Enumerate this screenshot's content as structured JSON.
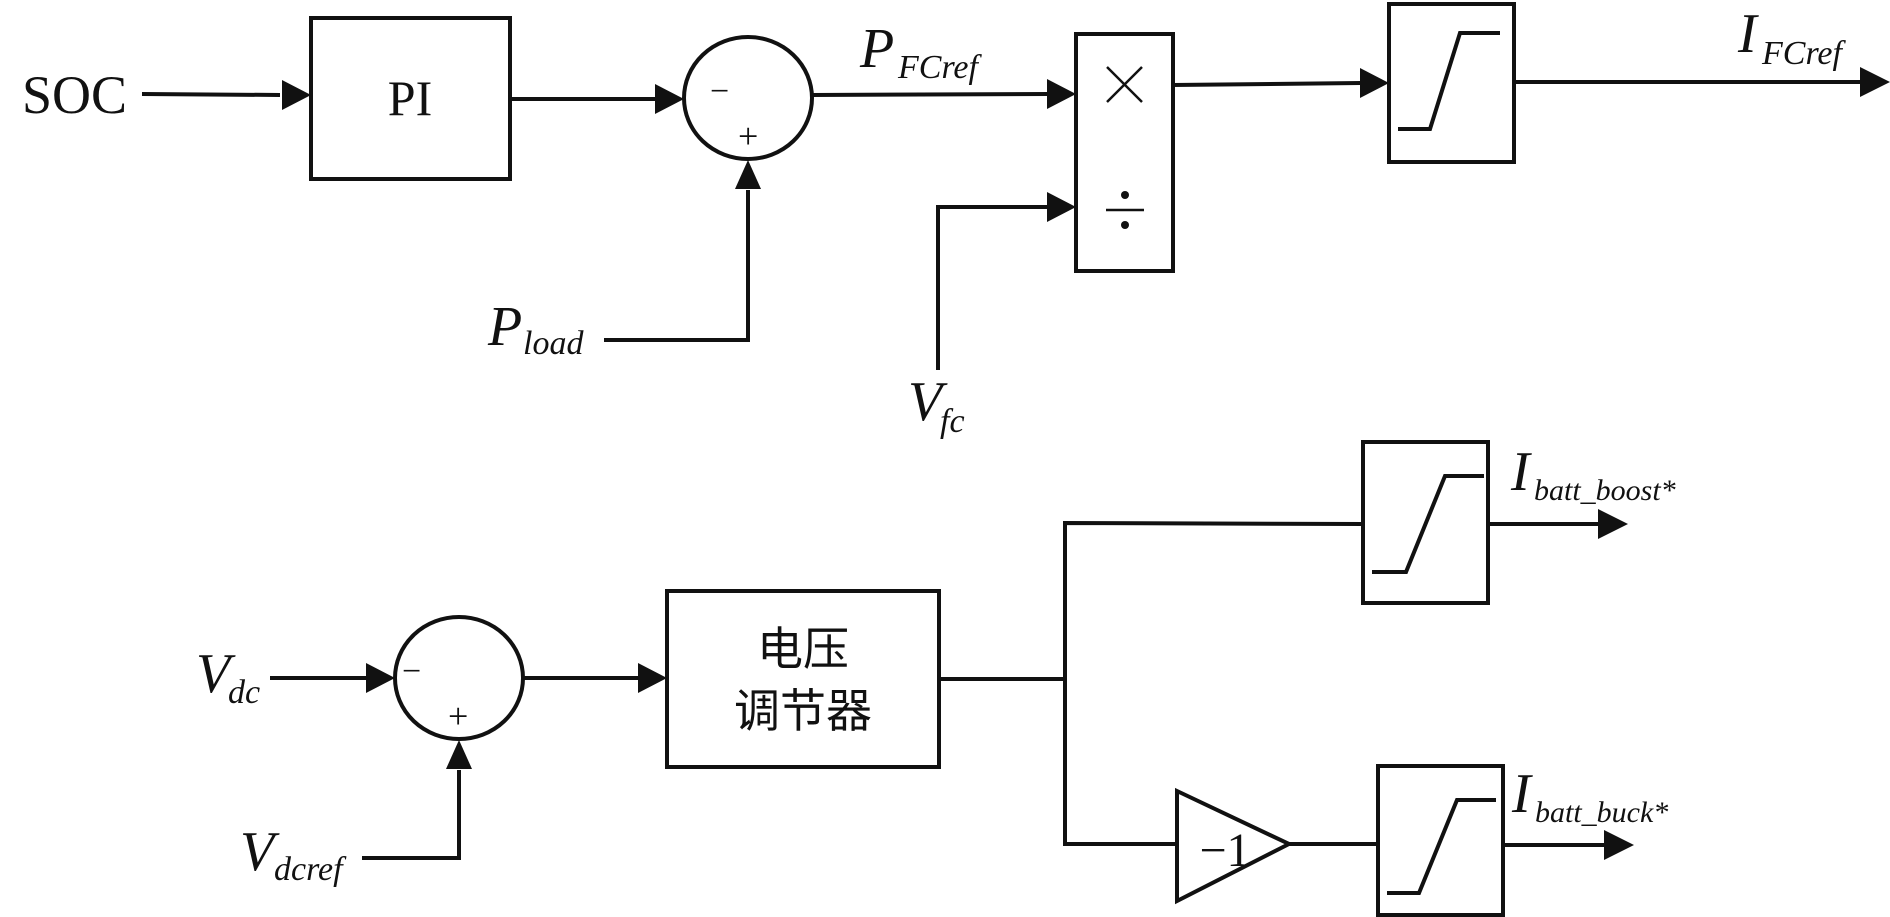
{
  "diagram": {
    "type": "control-block-diagram",
    "top_loop": {
      "input_soc": "SOC",
      "pi_block": "PI",
      "sum1_signs": {
        "left": "−",
        "bottom": "+"
      },
      "p_load": {
        "main": "P",
        "sub": "load"
      },
      "p_fcref": {
        "main": "P",
        "sub": "FCref"
      },
      "muldiv_ops": {
        "top": "×",
        "bottom": "÷"
      },
      "v_fc": {
        "main": "V",
        "sub": "fc"
      },
      "output": {
        "main": "I",
        "sub": "FCref"
      },
      "saturation": "saturation-icon"
    },
    "bottom_loop": {
      "v_dc": {
        "main": "V",
        "sub": "dc"
      },
      "v_dcref": {
        "main": "V",
        "sub": "dcref"
      },
      "sum2_signs": {
        "left": "−",
        "bottom": "+"
      },
      "regulator_line1": "电压",
      "regulator_line2": "调节器",
      "gain": "−1",
      "out_boost": {
        "main": "I",
        "sub": "batt_boost*"
      },
      "out_buck": {
        "main": "I",
        "sub": "batt_buck*"
      },
      "saturation": "saturation-icon"
    }
  }
}
